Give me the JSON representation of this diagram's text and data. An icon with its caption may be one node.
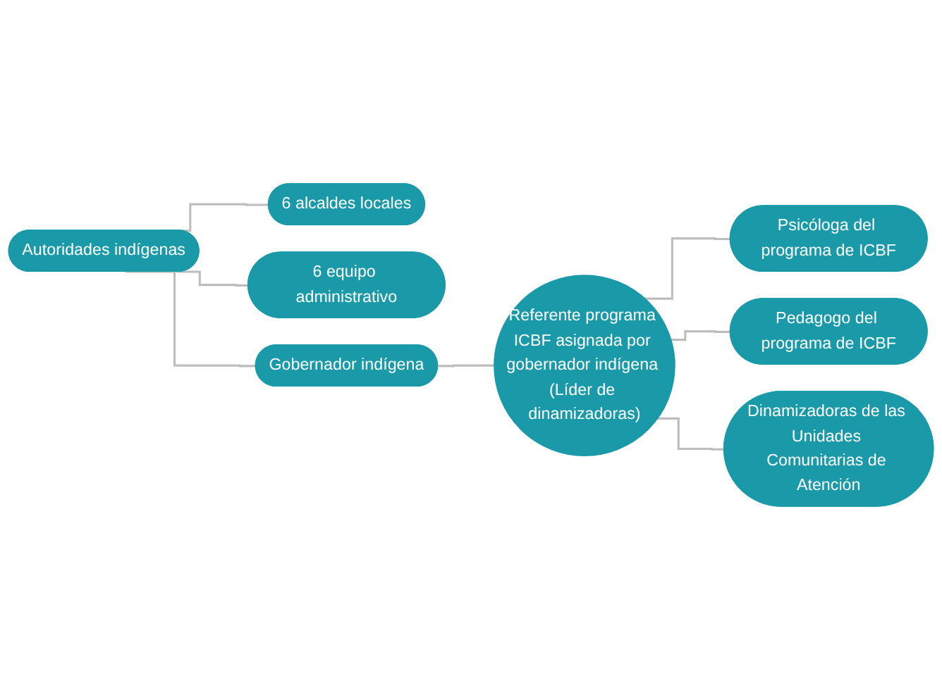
{
  "diagram": {
    "nodes": [
      {
        "text": [
          "Autoridades indígenas"
        ]
      },
      {
        "text": [
          "6 alcaldes locales"
        ]
      },
      {
        "text": [
          "6 equipo administrativo"
        ]
      },
      {
        "text": [
          "Gobernador indígena"
        ]
      },
      {
        "text": [
          "Referente programa ICBF asignada por gobernador indígena (Líder de dinamizadoras)"
        ]
      },
      {
        "text": [
          "Psicóloga del programa de ICBF"
        ]
      },
      {
        "text": [
          "Pedagogo del programa de ICBF"
        ]
      },
      {
        "text": [
          "Dinamizadoras de las Unidades Comunitarias de Atención"
        ]
      }
    ],
    "edges": [
      {
        "from": 0,
        "to": 1,
        "arrow": "none"
      },
      {
        "from": 0,
        "to": 2,
        "arrow": "none"
      },
      {
        "from": 0,
        "to": 3,
        "arrow": "none"
      },
      {
        "from": 3,
        "to": 4,
        "arrow": "none"
      },
      {
        "from": 4,
        "to": 5,
        "arrow": "none"
      },
      {
        "from": 4,
        "to": 6,
        "arrow": "none"
      },
      {
        "from": 4,
        "to": 7,
        "arrow": "none"
      }
    ]
  }
}
